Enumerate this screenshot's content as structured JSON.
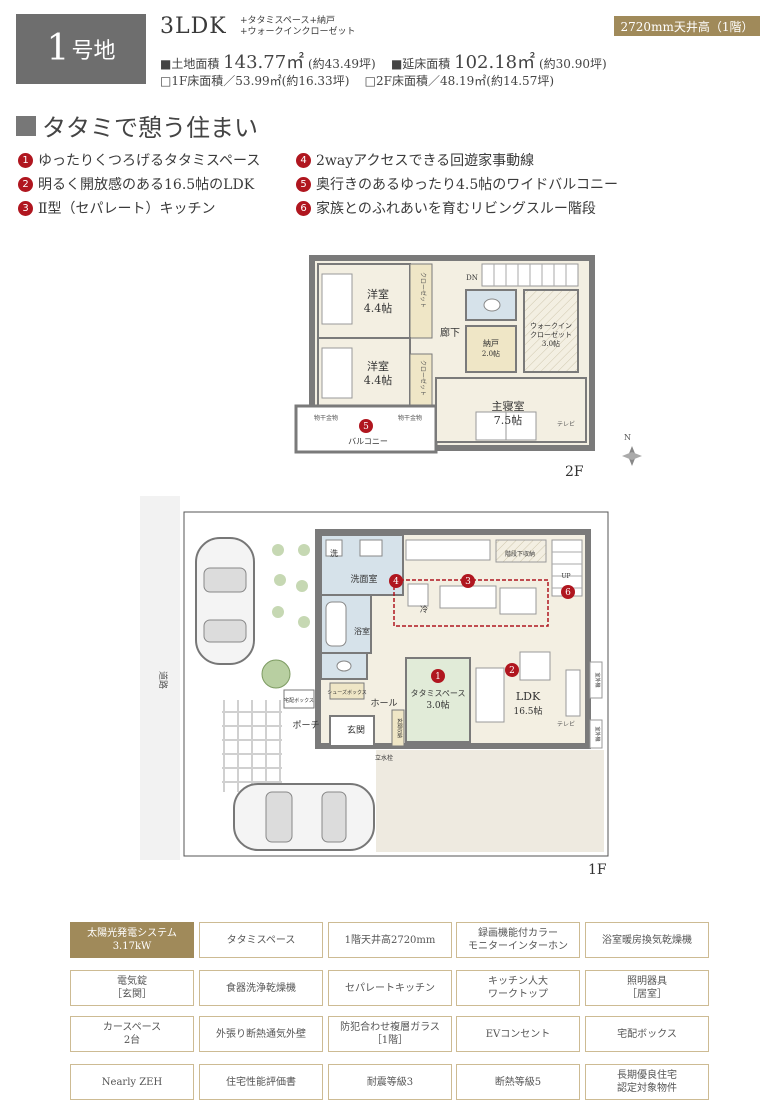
{
  "header": {
    "lot_number": "1",
    "lot_suffix": "号地",
    "layout": "3LDK",
    "extras": [
      "+タタミスペース+納戸",
      "+ウォークインクローゼット"
    ],
    "ceiling_badge": "2720mm天井高（1階）",
    "land_area_label": "■土地面積",
    "land_area_value": "143.77㎡",
    "land_area_tsubo": "(約43.49坪)",
    "floor_area_label": "■延床面積",
    "floor_area_value": "102.18㎡",
    "floor_area_tsubo": "(約30.90坪)",
    "floor1_area": "□1F床面積／53.99㎡(約16.33坪)",
    "floor2_area": "□2F床面積／48.19㎡(約14.57坪)"
  },
  "section_title": "タタミで憩う住まい",
  "features": [
    {
      "no": "1",
      "text": "ゆったりくつろげるタタミスペース"
    },
    {
      "no": "2",
      "text": "明るく開放感のある16.5帖のLDK"
    },
    {
      "no": "3",
      "text": "Ⅱ型（セパレート）キッチン"
    },
    {
      "no": "4",
      "text": "2wayアクセスできる回遊家事動線"
    },
    {
      "no": "5",
      "text": "奥行きのあるゆったり4.5帖のワイドバルコニー"
    },
    {
      "no": "6",
      "text": "家族とのふれあいを育むリビングスルー階段"
    }
  ],
  "plan_2f": {
    "floor_label": "2F",
    "rooms": {
      "western1": "洋室",
      "western1_size": "4.4帖",
      "western2": "洋室",
      "western2_size": "4.4帖",
      "closet": "クローゼット",
      "hall": "廊下",
      "storage": "納戸",
      "storage_size": "2.0帖",
      "walkin": "ウォークイン",
      "walkin2": "クローゼット",
      "walkin_size": "3.0帖",
      "master": "主寝室",
      "master_size": "7.5帖",
      "balcony": "バルコニー",
      "drying": "物干金物",
      "dn": "DN",
      "tv": "テレビ",
      "north": "N"
    },
    "marker": "5"
  },
  "plan_1f": {
    "floor_label": "1F",
    "rooms": {
      "road": "道路",
      "laundry": "洗",
      "washroom": "洗面室",
      "bath": "浴室",
      "fridge": "冷",
      "understair": "階段下収納",
      "up": "UP",
      "tatami": "タタミスペース",
      "tatami_size": "3.0帖",
      "ldk": "LDK",
      "ldk_size": "16.5帖",
      "hall": "ホール",
      "porch": "ポーチ",
      "entrance": "玄関",
      "shoes": "シューズボックス",
      "parcel": "宅配ボックス",
      "entrance_storage": "玄関収納",
      "faucet": "立水栓",
      "outdoor_unit": "室外機",
      "tv": "テレビ"
    },
    "markers": [
      "1",
      "2",
      "3",
      "4",
      "6"
    ]
  },
  "specs": [
    {
      "label": "太陽光発電システム\n3.17kW",
      "active": true
    },
    {
      "label": "タタミスペース",
      "active": false
    },
    {
      "label": "1階天井高2720mm",
      "active": false
    },
    {
      "label": "録画機能付カラー\nモニターインターホン",
      "active": false
    },
    {
      "label": "浴室暖房換気乾燥機",
      "active": false
    },
    {
      "label": "電気錠\n［玄関］",
      "active": false
    },
    {
      "label": "食器洗浄乾燥機",
      "active": false
    },
    {
      "label": "セパレートキッチン",
      "active": false
    },
    {
      "label": "キッチン人大\nワークトップ",
      "active": false
    },
    {
      "label": "照明器具\n［居室］",
      "active": false
    },
    {
      "label": "カースペース\n2台",
      "active": false
    },
    {
      "label": "外張り断熱通気外壁",
      "active": false
    },
    {
      "label": "防犯合わせ複層ガラス\n［1階］",
      "active": false
    },
    {
      "label": "EVコンセント",
      "active": false
    },
    {
      "label": "宅配ボックス",
      "active": false
    },
    {
      "label": "Nearly ZEH",
      "active": false
    },
    {
      "label": "住宅性能評価書",
      "active": false
    },
    {
      "label": "耐震等級3",
      "active": false
    },
    {
      "label": "断熱等級5",
      "active": false
    },
    {
      "label": "長期優良住宅\n認定対象物件",
      "active": false
    }
  ],
  "colors": {
    "badge_gray": "#6e6e6e",
    "gold": "#a08a5a",
    "marker_red": "#b0161f",
    "wall": "#7a7a7a",
    "floor_wood": "#f3efe2",
    "wet_area": "#d6e2ea",
    "closet_tan": "#efe6c6",
    "tatami_green": "#e1ebd8"
  }
}
